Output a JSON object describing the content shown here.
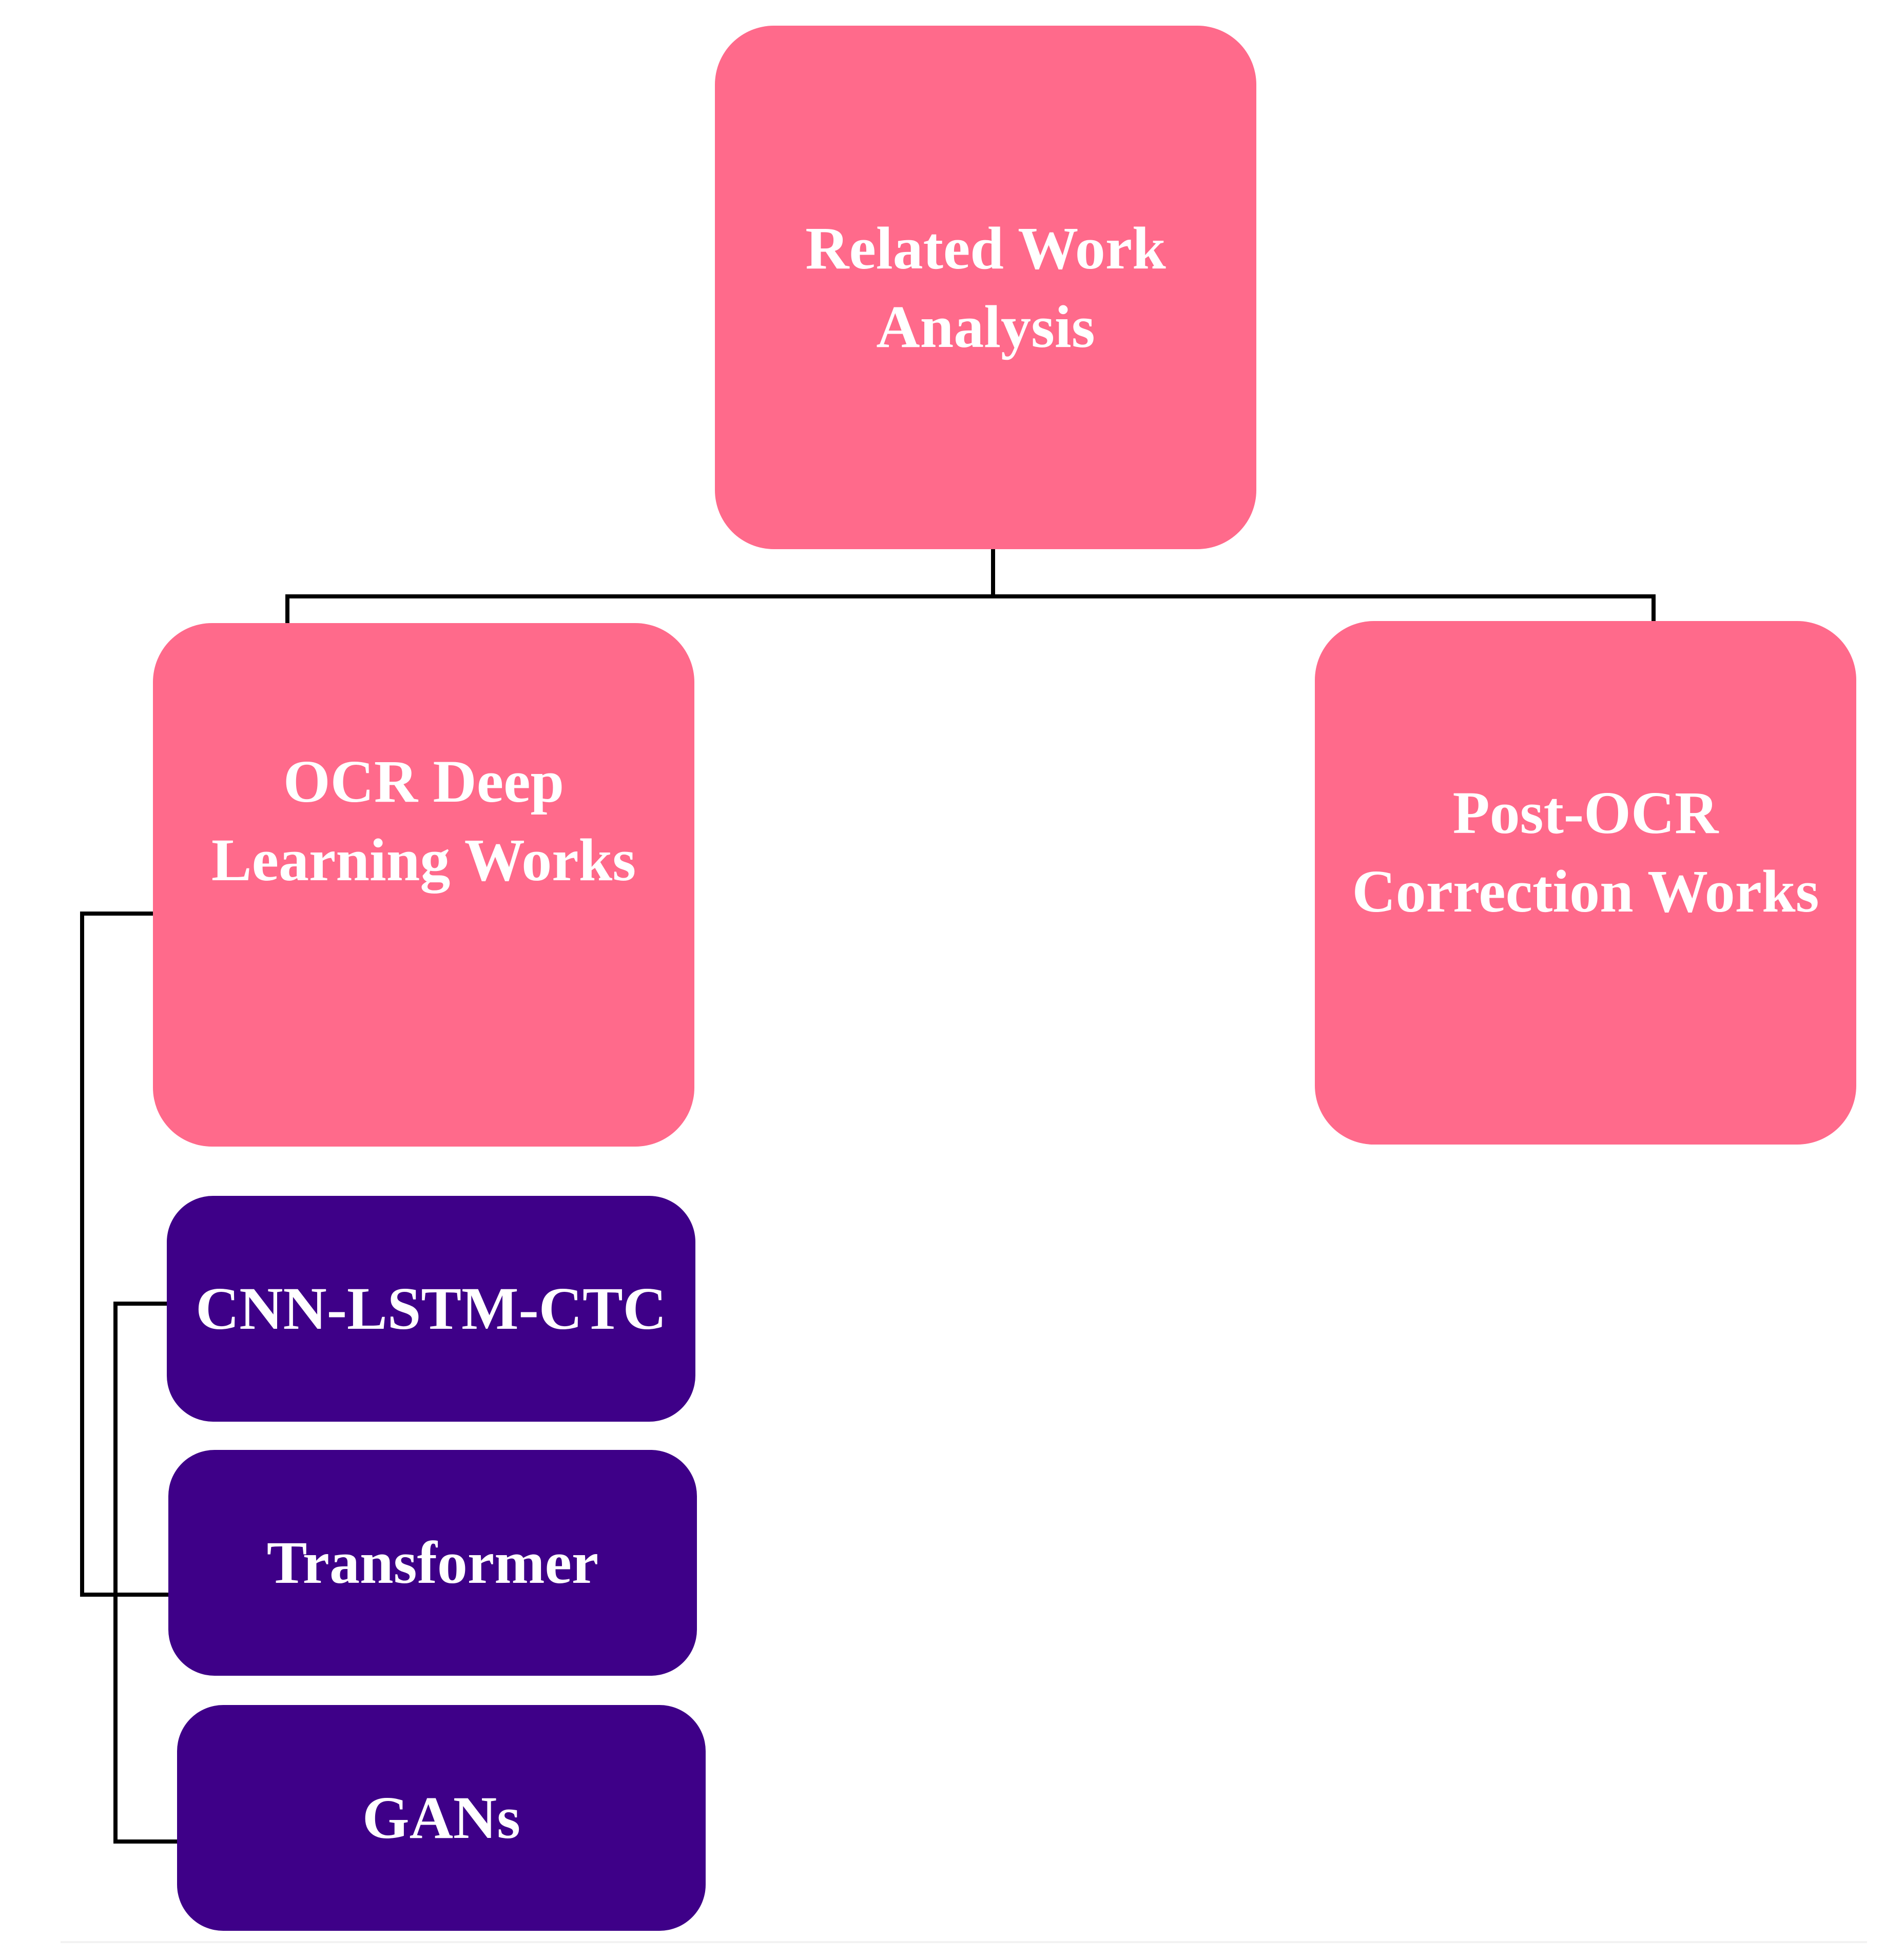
{
  "diagram": {
    "root": {
      "line1": "Related Work",
      "line2": "Analysis"
    },
    "left_branch": {
      "line1": "OCR Deep",
      "line2": "Learning Works",
      "children": [
        {
          "label": "CNN-LSTM-CTC"
        },
        {
          "label": "Transformer"
        },
        {
          "label": "GANs"
        }
      ]
    },
    "right_branch": {
      "line1": "Post-OCR",
      "line2": "Correction Works"
    },
    "colors": {
      "pink_node": "#ff6a8b",
      "purple_node": "#3e0088",
      "connector": "#000000",
      "text": "#ffffff"
    }
  }
}
